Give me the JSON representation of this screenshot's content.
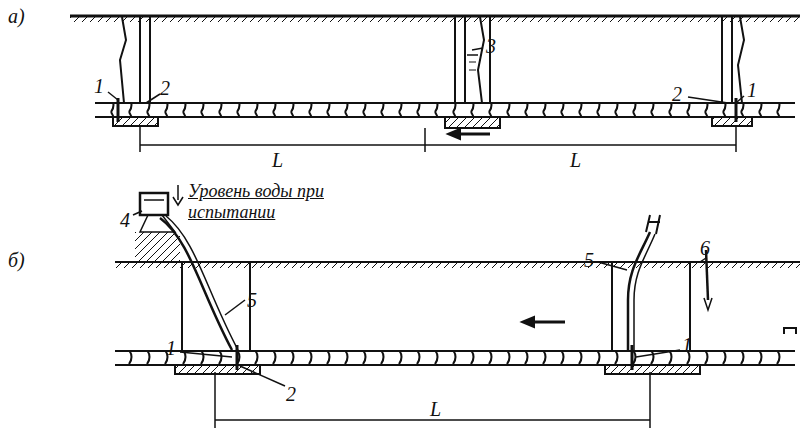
{
  "diagram": {
    "labels": [
      "а)",
      "1",
      "2",
      "3",
      "2",
      "1",
      "L",
      "L",
      "4",
      "Уровень воды при испытании",
      "б)",
      "5",
      "5",
      "6",
      "1",
      "2",
      "1",
      "L"
    ]
  }
}
